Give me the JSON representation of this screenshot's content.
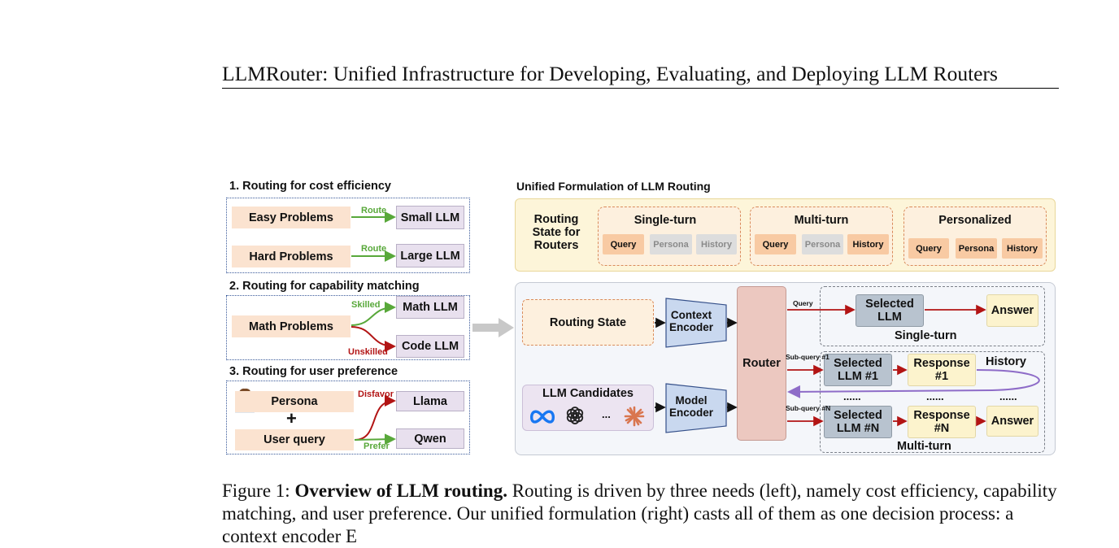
{
  "page_header": "LLMRouter: Unified Infrastructure for Developing, Evaluating, and Deploying LLM Routers",
  "left": {
    "sec1": {
      "title": "1. Routing for cost efficiency",
      "easy": "Easy Problems",
      "hard": "Hard Problems",
      "route1": "Route",
      "route2": "Route",
      "small": "Small LLM",
      "large": "Large LLM"
    },
    "sec2": {
      "title": "2. Routing for capability matching",
      "math_problems": "Math Problems",
      "skilled": "Skilled",
      "unskilled": "Unskilled",
      "math_llm": "Math LLM",
      "code_llm": "Code LLM"
    },
    "sec3": {
      "title": "3. Routing for user preference",
      "persona": "Persona",
      "plus": "+",
      "user_query": "User query",
      "disfavor": "Disfavor",
      "prefer": "Prefer",
      "llama": "Llama",
      "qwen": "Qwen"
    }
  },
  "right": {
    "title": "Unified Formulation of LLM Routing",
    "state_label": "Routing State for Routers",
    "groups": [
      {
        "title": "Single-turn",
        "chips": [
          {
            "label": "Query",
            "active": true
          },
          {
            "label": "Persona",
            "active": false
          },
          {
            "label": "History",
            "active": false
          }
        ]
      },
      {
        "title": "Multi-turn",
        "chips": [
          {
            "label": "Query",
            "active": true
          },
          {
            "label": "Persona",
            "active": false
          },
          {
            "label": "History",
            "active": true
          }
        ]
      },
      {
        "title": "Personalized",
        "chips": [
          {
            "label": "Query",
            "active": true
          },
          {
            "label": "Persona",
            "active": true
          },
          {
            "label": "History",
            "active": true
          }
        ]
      }
    ],
    "flow": {
      "routing_state": "Routing State",
      "context_encoder": "Context Encoder",
      "llm_candidates": "LLM Candidates",
      "candidates_dots": "...",
      "model_encoder": "Model Encoder",
      "router": "Router",
      "query": "Query",
      "selected_llm": "Selected LLM",
      "answer": "Answer",
      "single_turn": "Single-turn",
      "subquery1": "Sub-query #1",
      "selected1": "Selected LLM #1",
      "response1": "Response #1",
      "history": "History",
      "dots": "......",
      "subqueryN": "Sub-query #N",
      "selectedN": "Selected LLM #N",
      "responseN": "Response #N",
      "answer2": "Answer",
      "multi_turn": "Multi-turn"
    }
  },
  "caption": {
    "label": "Figure 1: ",
    "bold": "Overview of LLM routing.",
    "text": " Routing is driven by three needs (left), namely cost efficiency, capability matching, and user preference. Our unified formulation (right) casts all of them as one decision process: a context encoder E"
  },
  "colors": {
    "green": "#58a83a",
    "red": "#b21414",
    "purple": "#8e6cc8",
    "peach": "#fbe3d0",
    "lavender": "#e8e0ee"
  }
}
